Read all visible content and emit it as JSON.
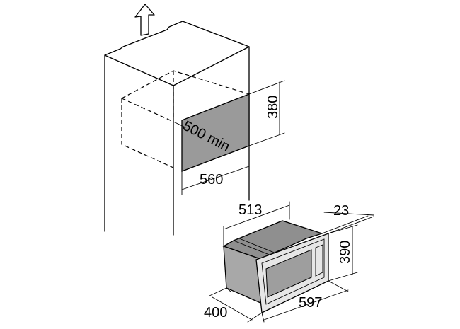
{
  "dimensions": {
    "niche_height": "380",
    "niche_depth": "500 min",
    "niche_width": "560",
    "oven_width": "513",
    "frame_depth": "23",
    "oven_height": "390",
    "oven_depth": "400",
    "frame_width": "597"
  },
  "colors": {
    "niche_fill": "#9a9a9a",
    "oven_top": "#8f8f8f",
    "oven_side": "#a8a8a8",
    "frame_face": "#e6e6e6",
    "window": "#9e9e9e"
  }
}
